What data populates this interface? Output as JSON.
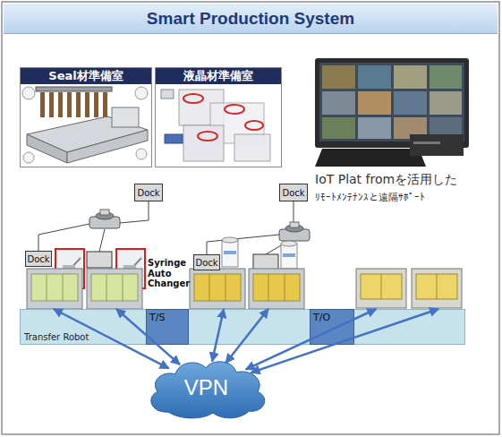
{
  "diagram": {
    "title": "Smart Production System",
    "nodes": [
      {
        "text": [
          "Seal材準備室"
        ]
      },
      {
        "text": [
          "液晶材準備室"
        ]
      },
      {
        "text": [
          "Dock"
        ]
      },
      {
        "text": [
          "Dock"
        ]
      },
      {
        "text": [
          "Dock"
        ]
      },
      {
        "text": [
          "Dock"
        ]
      },
      {
        "text": [
          "Transfer Robot"
        ]
      },
      {
        "text": [
          "T/S"
        ],
        "in": 6
      },
      {
        "text": [
          "T/O"
        ],
        "in": 6
      },
      {
        "text": [
          "VPN"
        ]
      }
    ],
    "edges": [
      {
        "from": 9,
        "to": 6,
        "arrow": "both"
      },
      {
        "from": 9,
        "to": 6,
        "arrow": "both"
      },
      {
        "from": 9,
        "to": 6,
        "arrow": "both"
      },
      {
        "from": 9,
        "to": 6,
        "arrow": "both"
      },
      {
        "from": 9,
        "to": 6,
        "arrow": "both"
      },
      {
        "from": 9,
        "to": 6,
        "arrow": "both"
      }
    ],
    "labels": [
      "IoT Plat fromを活用した",
      "ﾘﾓｰﾄﾒﾝﾃﾅﾝｽと遠隔ｻﾎﾟｰﾄ",
      "Syringe Auto Changer"
    ]
  }
}
